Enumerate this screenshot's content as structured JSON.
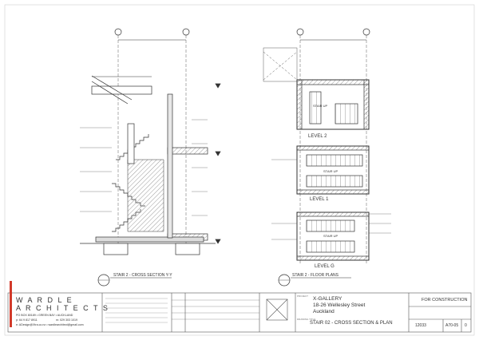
{
  "sheet": {
    "level_labels": [
      "LEVEL 2",
      "LEVEL 1",
      "LEVEL G"
    ],
    "view_titles": {
      "section": "STAIR 2 - CROSS SECTION Y-Y",
      "plan": "STAIR 2 - FLOOR PLANS"
    },
    "stair_labels": [
      "STAIR UP",
      "STAIR UP",
      "STAIR UP"
    ]
  },
  "title_block": {
    "firm_name_line1": "W A R D L E",
    "firm_name_line2": "A R C H I T E C T S",
    "firm_address_1": "PO BOX 80189  •  GREEN BAY  •  AUCKLAND",
    "firm_phone": "p: 64 9 817 8911",
    "firm_mobile": "m: 029 303 1019",
    "firm_email": "e: ADesign@Xtra.co.nz  •  wardlearchitect@gmail.com",
    "project_label": "PROJECT",
    "project_name": "X-GALLERY",
    "project_address": "18-26 Wellesley Street",
    "project_city": "Auckland",
    "drawing_label": "DRAWING TITLE",
    "drawing_title": "STAIR 02 - CROSS SECTION & PLAN",
    "status": "FOR CONSTRUCTION",
    "job_no": "12033",
    "sheet_no": "A70-05",
    "revision": "0"
  },
  "colors": {
    "line": "#333333",
    "light_line": "#9a9a9a",
    "hatch": "#bbbbbb",
    "brand_red": "#d23a2a"
  }
}
